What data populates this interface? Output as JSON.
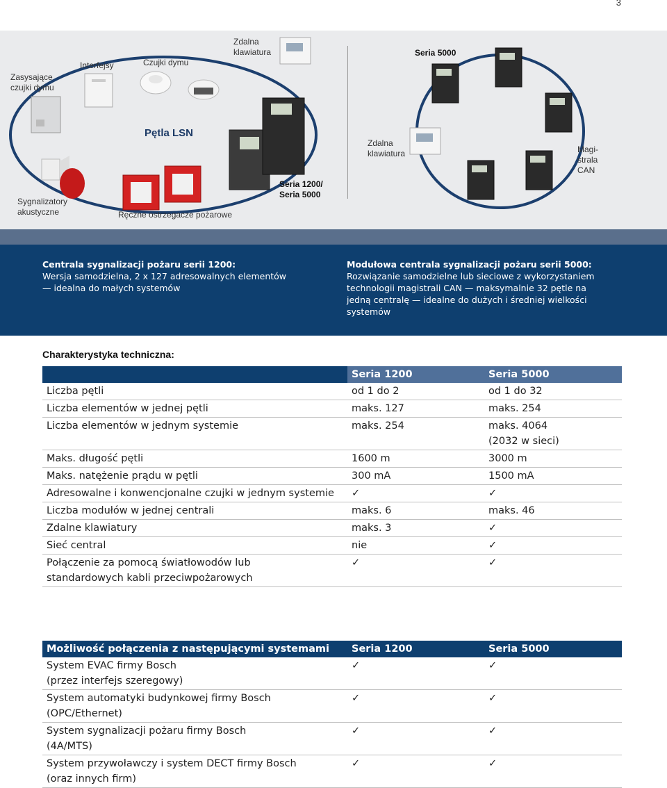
{
  "page_number": "3",
  "diagram": {
    "labels": {
      "smoke_detectors_aspirating": "Zasysające\nczujki dymu",
      "interfaces": "Interfejsy",
      "smoke_detectors": "Czujki dymu",
      "remote_keypad_top": "Zdalna\nklawiatura",
      "loop_title": "Pętla LSN",
      "acoustic_sirens": "Sygnalizatory\nakustyczne",
      "manual_call_points": "Ręczne ostrzegacze pożarowe",
      "series_1200_5000": "Seria 1200/\nSeria 5000",
      "series_5000": "Seria 5000",
      "remote_keypad_right": "Zdalna\nklawiatura",
      "can_bus": "Magi-\nstrala\nCAN"
    }
  },
  "banner": {
    "left_title": "Centrala sygnalizacji pożaru serii 1200:",
    "left_text": "Wersja samodzielna, 2 x 127 adresowalnych elementów — idealna do małych systemów",
    "right_title": "Modułowa centrala sygnalizacji pożaru serii 5000:",
    "right_text": "Rozwiązanie samodzielne lub sieciowe z wykorzystaniem technologii magistrali CAN — maksymalnie 32 pętle na jedną centralę — idealne do dużych i średniej wielkości systemów"
  },
  "tech": {
    "title": "Charakterystyka techniczna:",
    "headers": [
      "",
      "Seria 1200",
      "Seria 5000"
    ],
    "rows": [
      [
        "Liczba pętli",
        "od 1 do 2",
        "od 1 do 32"
      ],
      [
        "Liczba elementów w jednej pętli",
        "maks. 127",
        "maks. 254"
      ],
      [
        "Liczba elementów w jednym systemie",
        "maks. 254",
        "maks. 4064\n(2032 w sieci)"
      ],
      [
        "Maks. długość pętli",
        "1600 m",
        "3000 m"
      ],
      [
        "Maks. natężenie prądu w pętli",
        "300 mA",
        "1500 mA"
      ],
      [
        "Adresowalne i konwencjonalne czujki w jednym systemie",
        "✓",
        "✓"
      ],
      [
        "Liczba modułów w jednej centrali",
        "maks. 6",
        "maks. 46"
      ],
      [
        "Zdalne klawiatury",
        "maks. 3",
        "✓"
      ],
      [
        "Sieć central",
        "nie",
        "✓"
      ],
      [
        "Połączenie za pomocą światłowodów lub\nstandardowych kabli przeciwpożarowych",
        "✓",
        "✓"
      ]
    ]
  },
  "connect": {
    "headers": [
      "Możliwość połączenia z następującymi systemami",
      "Seria 1200",
      "Seria 5000"
    ],
    "rows": [
      [
        "System EVAC firmy Bosch\n(przez interfejs szeregowy)",
        "✓",
        "✓"
      ],
      [
        "System automatyki budynkowej firmy Bosch\n(OPC/Ethernet)",
        "✓",
        "✓"
      ],
      [
        "System sygnalizacji pożaru firmy Bosch\n(4A/MTS)",
        "✓",
        "✓"
      ],
      [
        "System przywoławczy i system DECT firmy Bosch\n(oraz innych firm)",
        "✓",
        "✓"
      ]
    ]
  },
  "colors": {
    "dark_blue": "#0e3f6f",
    "mid_blue": "#50709a",
    "diagram_bg": "#eaebed"
  }
}
